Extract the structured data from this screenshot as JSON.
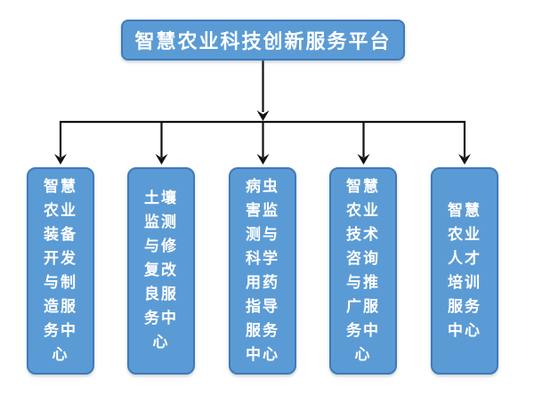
{
  "diagram": {
    "type": "org-chart",
    "root": {
      "label": "智慧农业科技创新服务平台"
    },
    "children": [
      {
        "label": "智慧农业装备开发与制造服务中心"
      },
      {
        "label": "土壤监测与修复改良服务中心"
      },
      {
        "label": "病虫害监测与科学用药指导服务中心"
      },
      {
        "label": "智慧农业技术咨询与推广服务中心"
      },
      {
        "label": "智慧农业人才培训服务中心"
      }
    ],
    "colors": {
      "node_fill": "#5B9BD5",
      "node_border": "#3F7AB8",
      "node_text": "#FFFFFF",
      "connector": "#111111",
      "background": "#FFFFFF"
    }
  }
}
